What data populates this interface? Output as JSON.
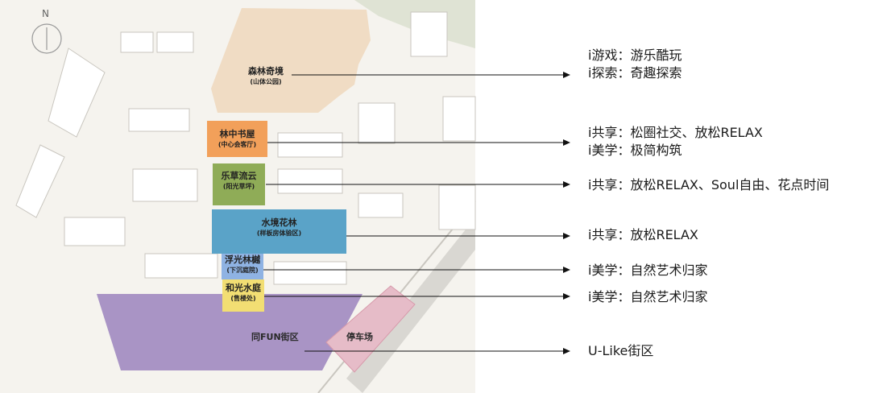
{
  "compass": {
    "label": "N",
    "icon": "north-arrow-icon"
  },
  "zones": [
    {
      "id": "forest",
      "name": "森林奇境",
      "sub": "(山体公园)",
      "color": "#efd9bf"
    },
    {
      "id": "bookhouse",
      "name": "林中书屋",
      "sub": "(中心会客厅)",
      "color": "#f2a05a"
    },
    {
      "id": "grass",
      "name": "乐草流云",
      "sub": "(阳光草坪)",
      "color": "#8fac57"
    },
    {
      "id": "water",
      "name": "水境花林",
      "sub": "(样板房体验区)",
      "color": "#5aa3c8"
    },
    {
      "id": "floating",
      "name": "浮光林樾",
      "sub": "(下沉庭院)",
      "color": "#8fb3e3"
    },
    {
      "id": "waterside",
      "name": "和光水庭",
      "sub": "(售楼处)",
      "color": "#f2de73"
    }
  ],
  "areas": {
    "street": {
      "name": "同FUN街区",
      "color": "#9b82bd"
    },
    "parking": {
      "name": "停车场",
      "color": "#e6bcc8"
    }
  },
  "features": [
    {
      "lines": [
        "i游戏：游乐酷玩",
        "i探索：奇趣探索"
      ]
    },
    {
      "lines": [
        "i共享：松圈社交、放松RELAX",
        "i美学：极简构筑"
      ]
    },
    {
      "lines": [
        "i共享：放松RELAX、Soul自由、花点时间"
      ]
    },
    {
      "lines": [
        "i共享：放松RELAX"
      ]
    },
    {
      "lines": [
        "i美学：自然艺术归家"
      ]
    },
    {
      "lines": [
        "i美学：自然艺术归家"
      ]
    },
    {
      "lines": [
        "U-Like街区"
      ]
    }
  ]
}
